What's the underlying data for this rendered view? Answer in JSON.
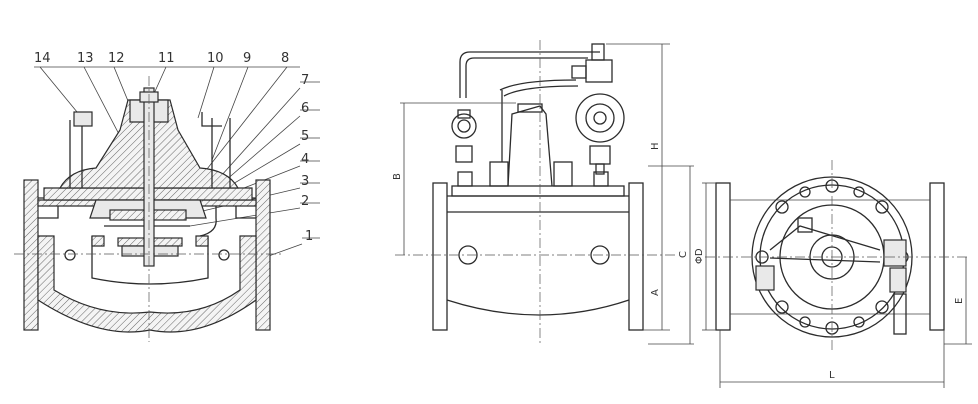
{
  "section_view": {
    "part_labels": [
      "14",
      "13",
      "12",
      "11",
      "10",
      "9",
      "8",
      "7",
      "6",
      "5",
      "4",
      "3",
      "2",
      "1"
    ]
  },
  "front_view": {
    "dimension_labels": {
      "h": "H",
      "b": "B",
      "c": "C",
      "a": "A"
    }
  },
  "end_view": {
    "dimension_labels": {
      "d": "ΦD",
      "e": "E",
      "l": "L"
    }
  }
}
